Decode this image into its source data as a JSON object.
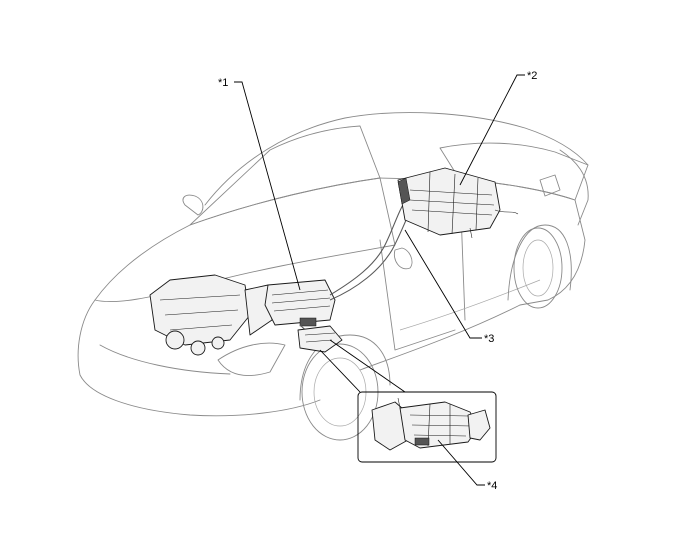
{
  "callouts": {
    "c1": "*1",
    "c2": "*2",
    "c3": "*3",
    "c4": "*4"
  },
  "colors": {
    "car_outline": "#8a8a8a",
    "component_stroke": "#1a1a1a",
    "leader_line": "#000000",
    "background": "#ffffff"
  }
}
